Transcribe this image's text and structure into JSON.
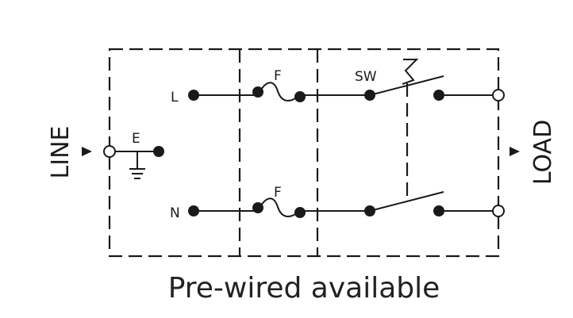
{
  "labels": {
    "line": "LINE",
    "load": "LOAD",
    "live": "L",
    "neutral": "N",
    "earth": "E",
    "fuse_top": "F",
    "fuse_bottom": "F",
    "switch": "SW"
  },
  "caption": "Pre-wired available",
  "colors": {
    "ink": "#1a1a1a",
    "background": "#ffffff"
  }
}
